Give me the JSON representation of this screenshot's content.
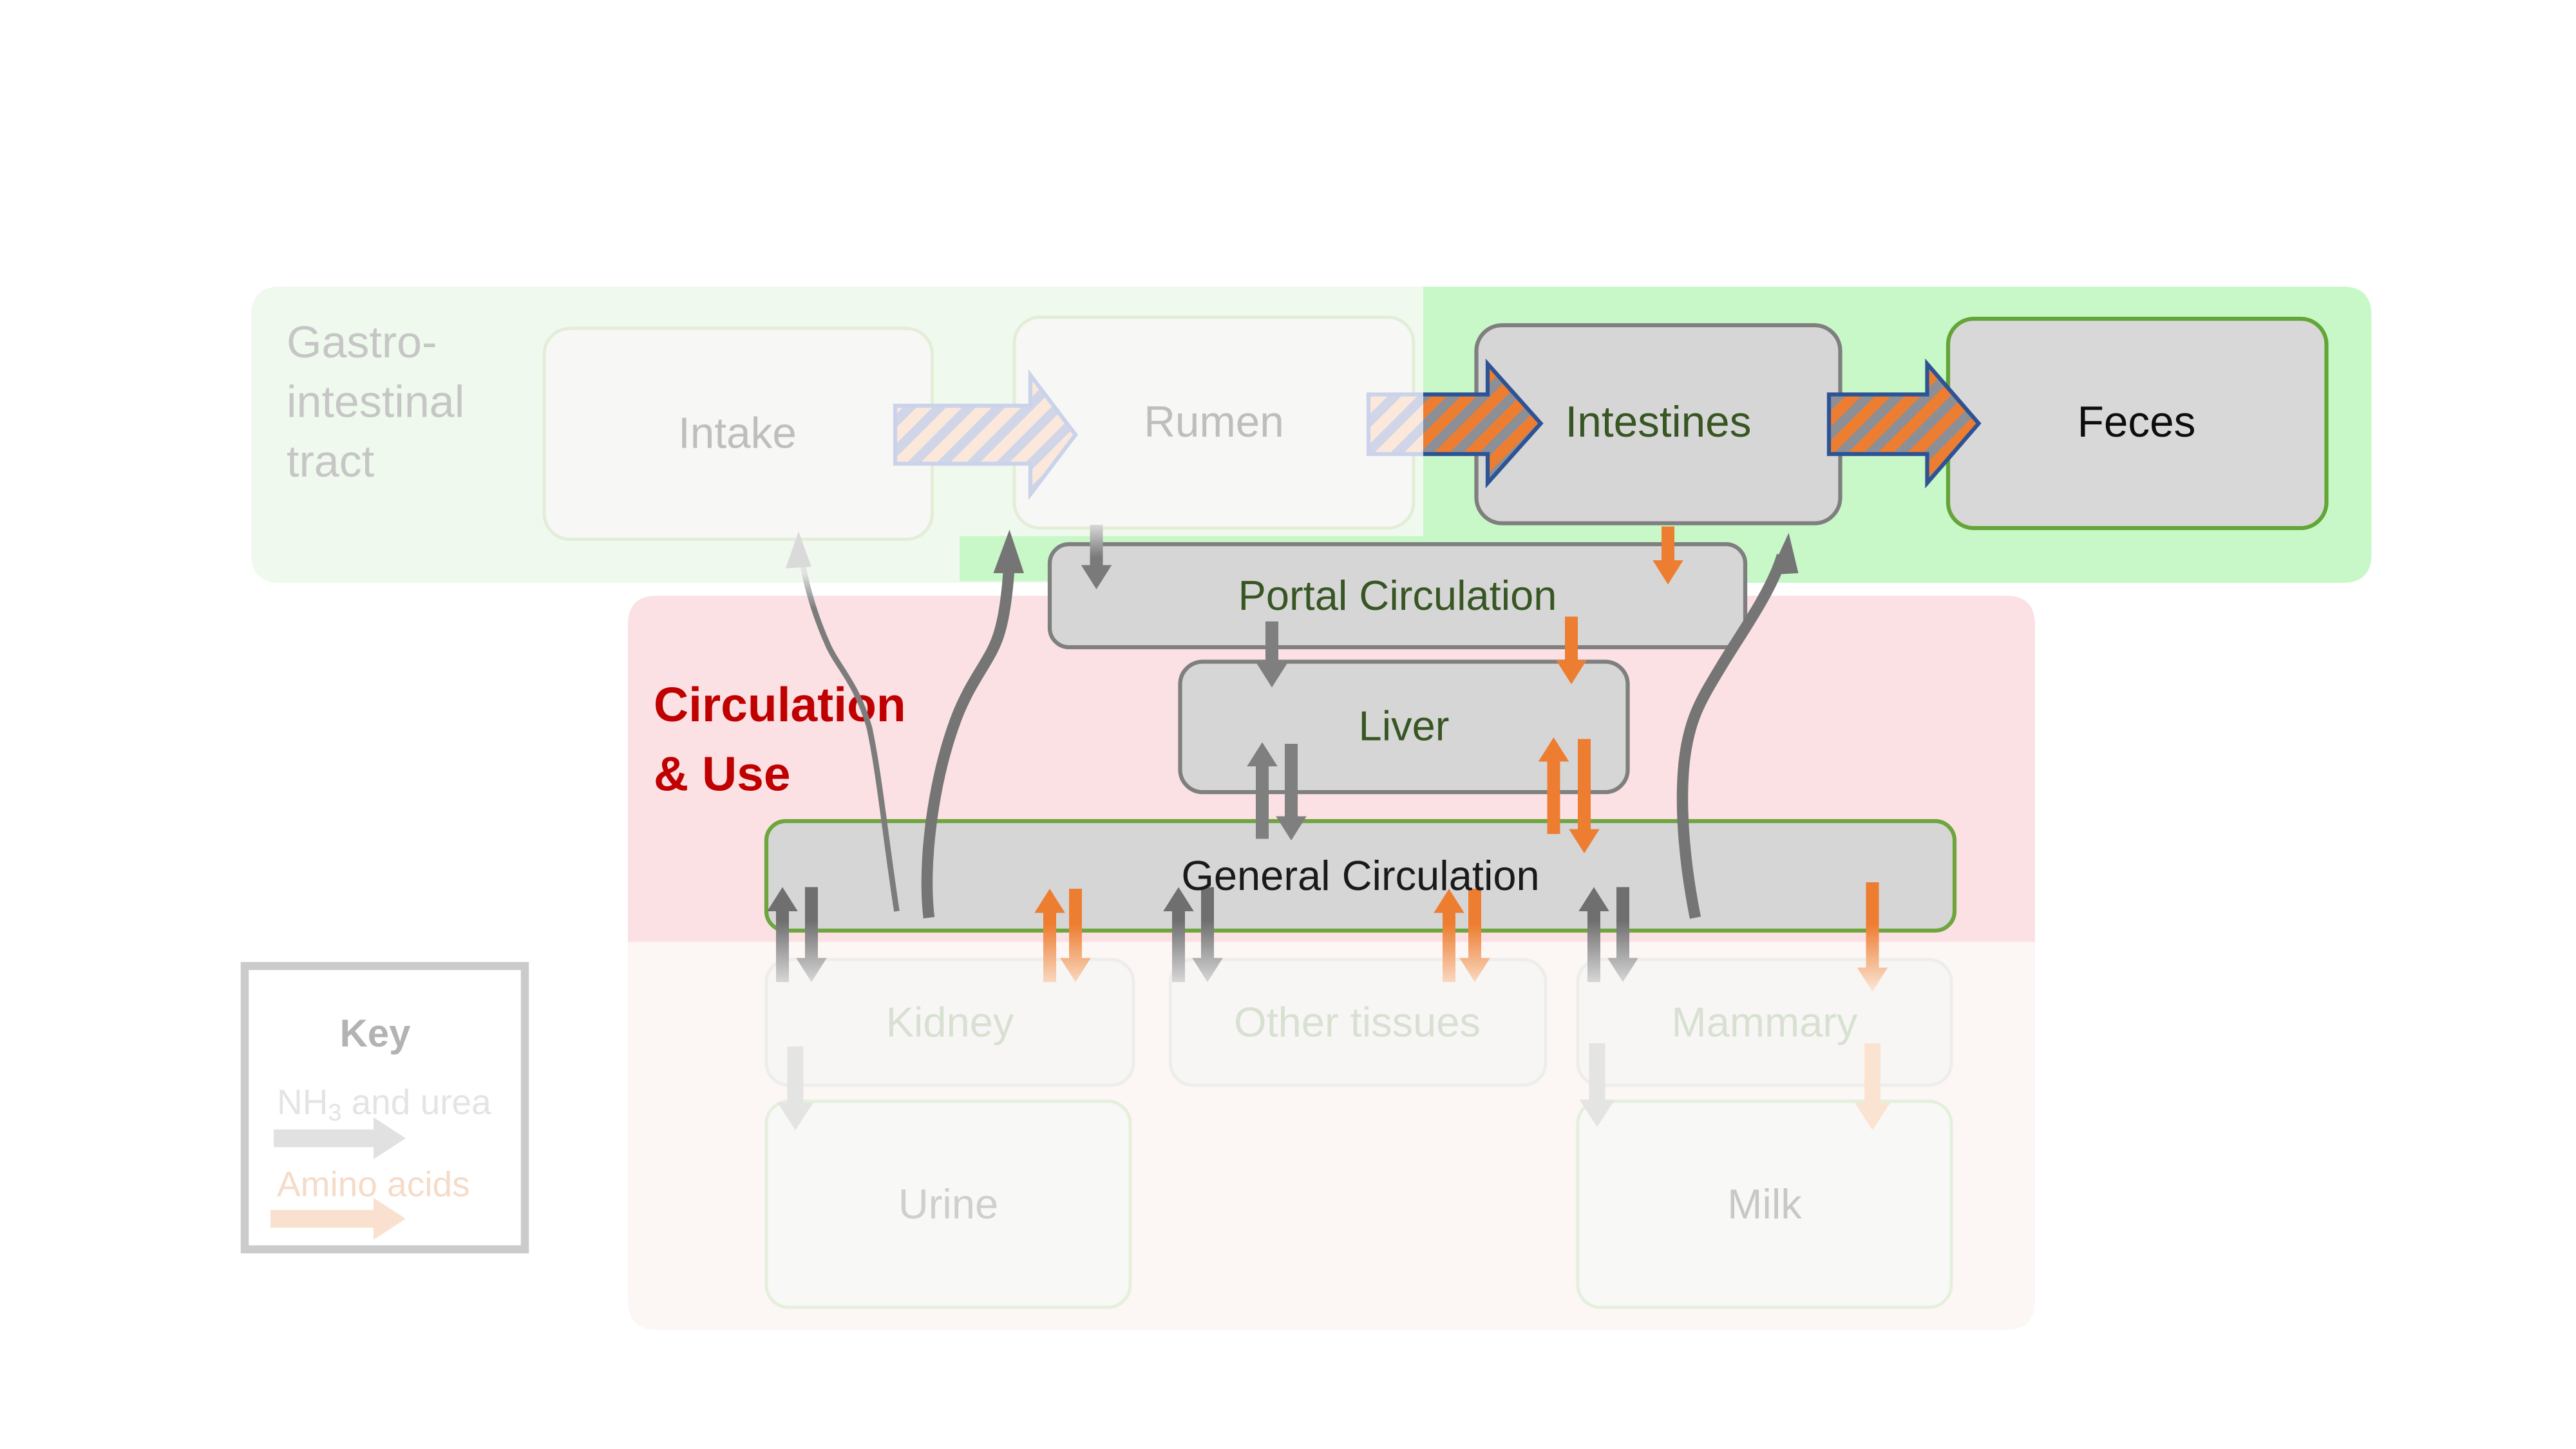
{
  "panels": {
    "gi_label": {
      "lines": [
        "Gastro-",
        "intestinal",
        "tract"
      ]
    },
    "circulation_label": {
      "lines": [
        "Circulation",
        "& Use"
      ]
    }
  },
  "boxes": {
    "intake": {
      "label": "Intake"
    },
    "rumen": {
      "label": "Rumen"
    },
    "intestines": {
      "label": "Intestines"
    },
    "feces": {
      "label": "Feces"
    },
    "portal": {
      "label": "Portal Circulation"
    },
    "liver": {
      "label": "Liver"
    },
    "general": {
      "label": "General Circulation"
    },
    "kidney": {
      "label": "Kidney"
    },
    "other_tissues": {
      "label": "Other tissues"
    },
    "mammary": {
      "label": "Mammary"
    },
    "urine": {
      "label": "Urine"
    },
    "milk": {
      "label": "Milk"
    }
  },
  "key": {
    "title": "Key",
    "nh3_prefix": "NH",
    "nh3_subscript": "3",
    "nh3_suffix": " and urea",
    "amino_acids": "Amino acids"
  },
  "colors": {
    "highlight_green_panel": "#C8F7C8",
    "faded_green_panel": "#EFF9EE",
    "pink_panel": "#FBE1E4",
    "faded_bottom_panel": "#FCF6F5",
    "box_gray_fill": "#D6D6D6",
    "box_gray_border": "#7F7F7F",
    "green_border": "#6FA53F",
    "feces_green_border": "#63A537",
    "dark_green_text": "#375623",
    "black_text": "#1A1A1A",
    "red_text": "#C00000",
    "faded_text_gray": "#BEBEBE",
    "faded_tissue_text": "#D8E0D2",
    "orange_arrow": "#ED7D31",
    "pale_orange_arrow": "#FBE3D2",
    "gray_arrow": "#7F7F7F",
    "pale_gray_arrow": "#E4E4E2",
    "hatch_stripe_gray": "#8C8F96",
    "hatch_border_navy": "#2E5395",
    "hatch_faded_fill": "#FBE8DB",
    "hatch_faded_stripe": "#D0D6E8",
    "hatch_faded_border": "#CBD3EB"
  }
}
